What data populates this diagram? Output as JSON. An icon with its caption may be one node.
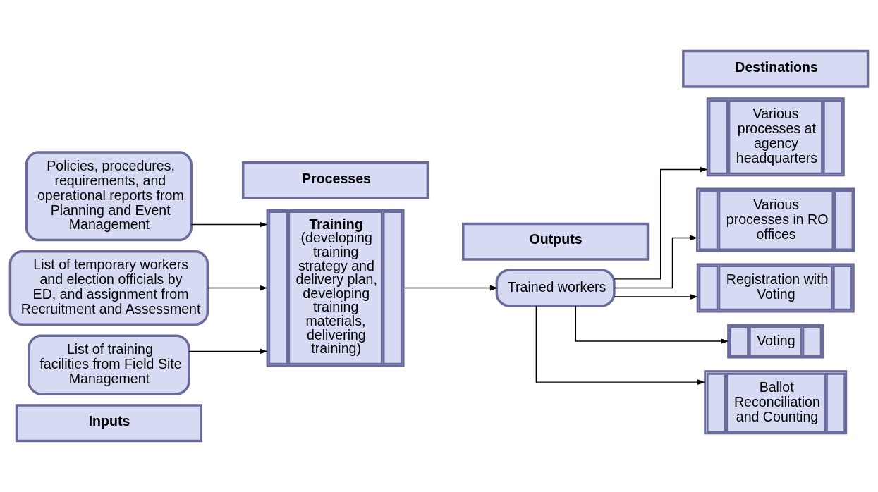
{
  "diagram": {
    "nodes": [
      {
        "text": [
          "Inputs"
        ]
      },
      {
        "text": [
          "Processes"
        ]
      },
      {
        "text": [
          "Outputs"
        ]
      },
      {
        "text": [
          "Destinations"
        ]
      },
      {
        "text": [
          "Policies, procedures, requirements, and operational reports from Planning and Event Management"
        ]
      },
      {
        "text": [
          "List of temporary workers and election officials by ED, and assignment from Recruitment and Assessment"
        ]
      },
      {
        "text": [
          "List of training facilities from Field Site Management"
        ]
      },
      {
        "text": [
          "Training",
          "(developing training strategy and delivery plan, developing training materials, delivering training)"
        ]
      },
      {
        "text": [
          "Trained workers"
        ]
      },
      {
        "text": [
          "Various processes at agency headquarters"
        ]
      },
      {
        "text": [
          "Various processes in RO offices"
        ]
      },
      {
        "text": [
          "Registration with Voting"
        ]
      },
      {
        "text": [
          "Voting"
        ]
      },
      {
        "text": [
          "Ballot Reconciliation and Counting"
        ]
      }
    ],
    "edges": [
      {
        "from": 4,
        "to": 7,
        "arrow": "to"
      },
      {
        "from": 5,
        "to": 7,
        "arrow": "to"
      },
      {
        "from": 6,
        "to": 7,
        "arrow": "to"
      },
      {
        "from": 7,
        "to": 8,
        "arrow": "to"
      },
      {
        "from": 8,
        "to": 9,
        "arrow": "to"
      },
      {
        "from": 8,
        "to": 10,
        "arrow": "to"
      },
      {
        "from": 8,
        "to": 11,
        "arrow": "to"
      },
      {
        "from": 8,
        "to": 12,
        "arrow": "to"
      },
      {
        "from": 8,
        "to": 13,
        "arrow": "to"
      }
    ]
  }
}
